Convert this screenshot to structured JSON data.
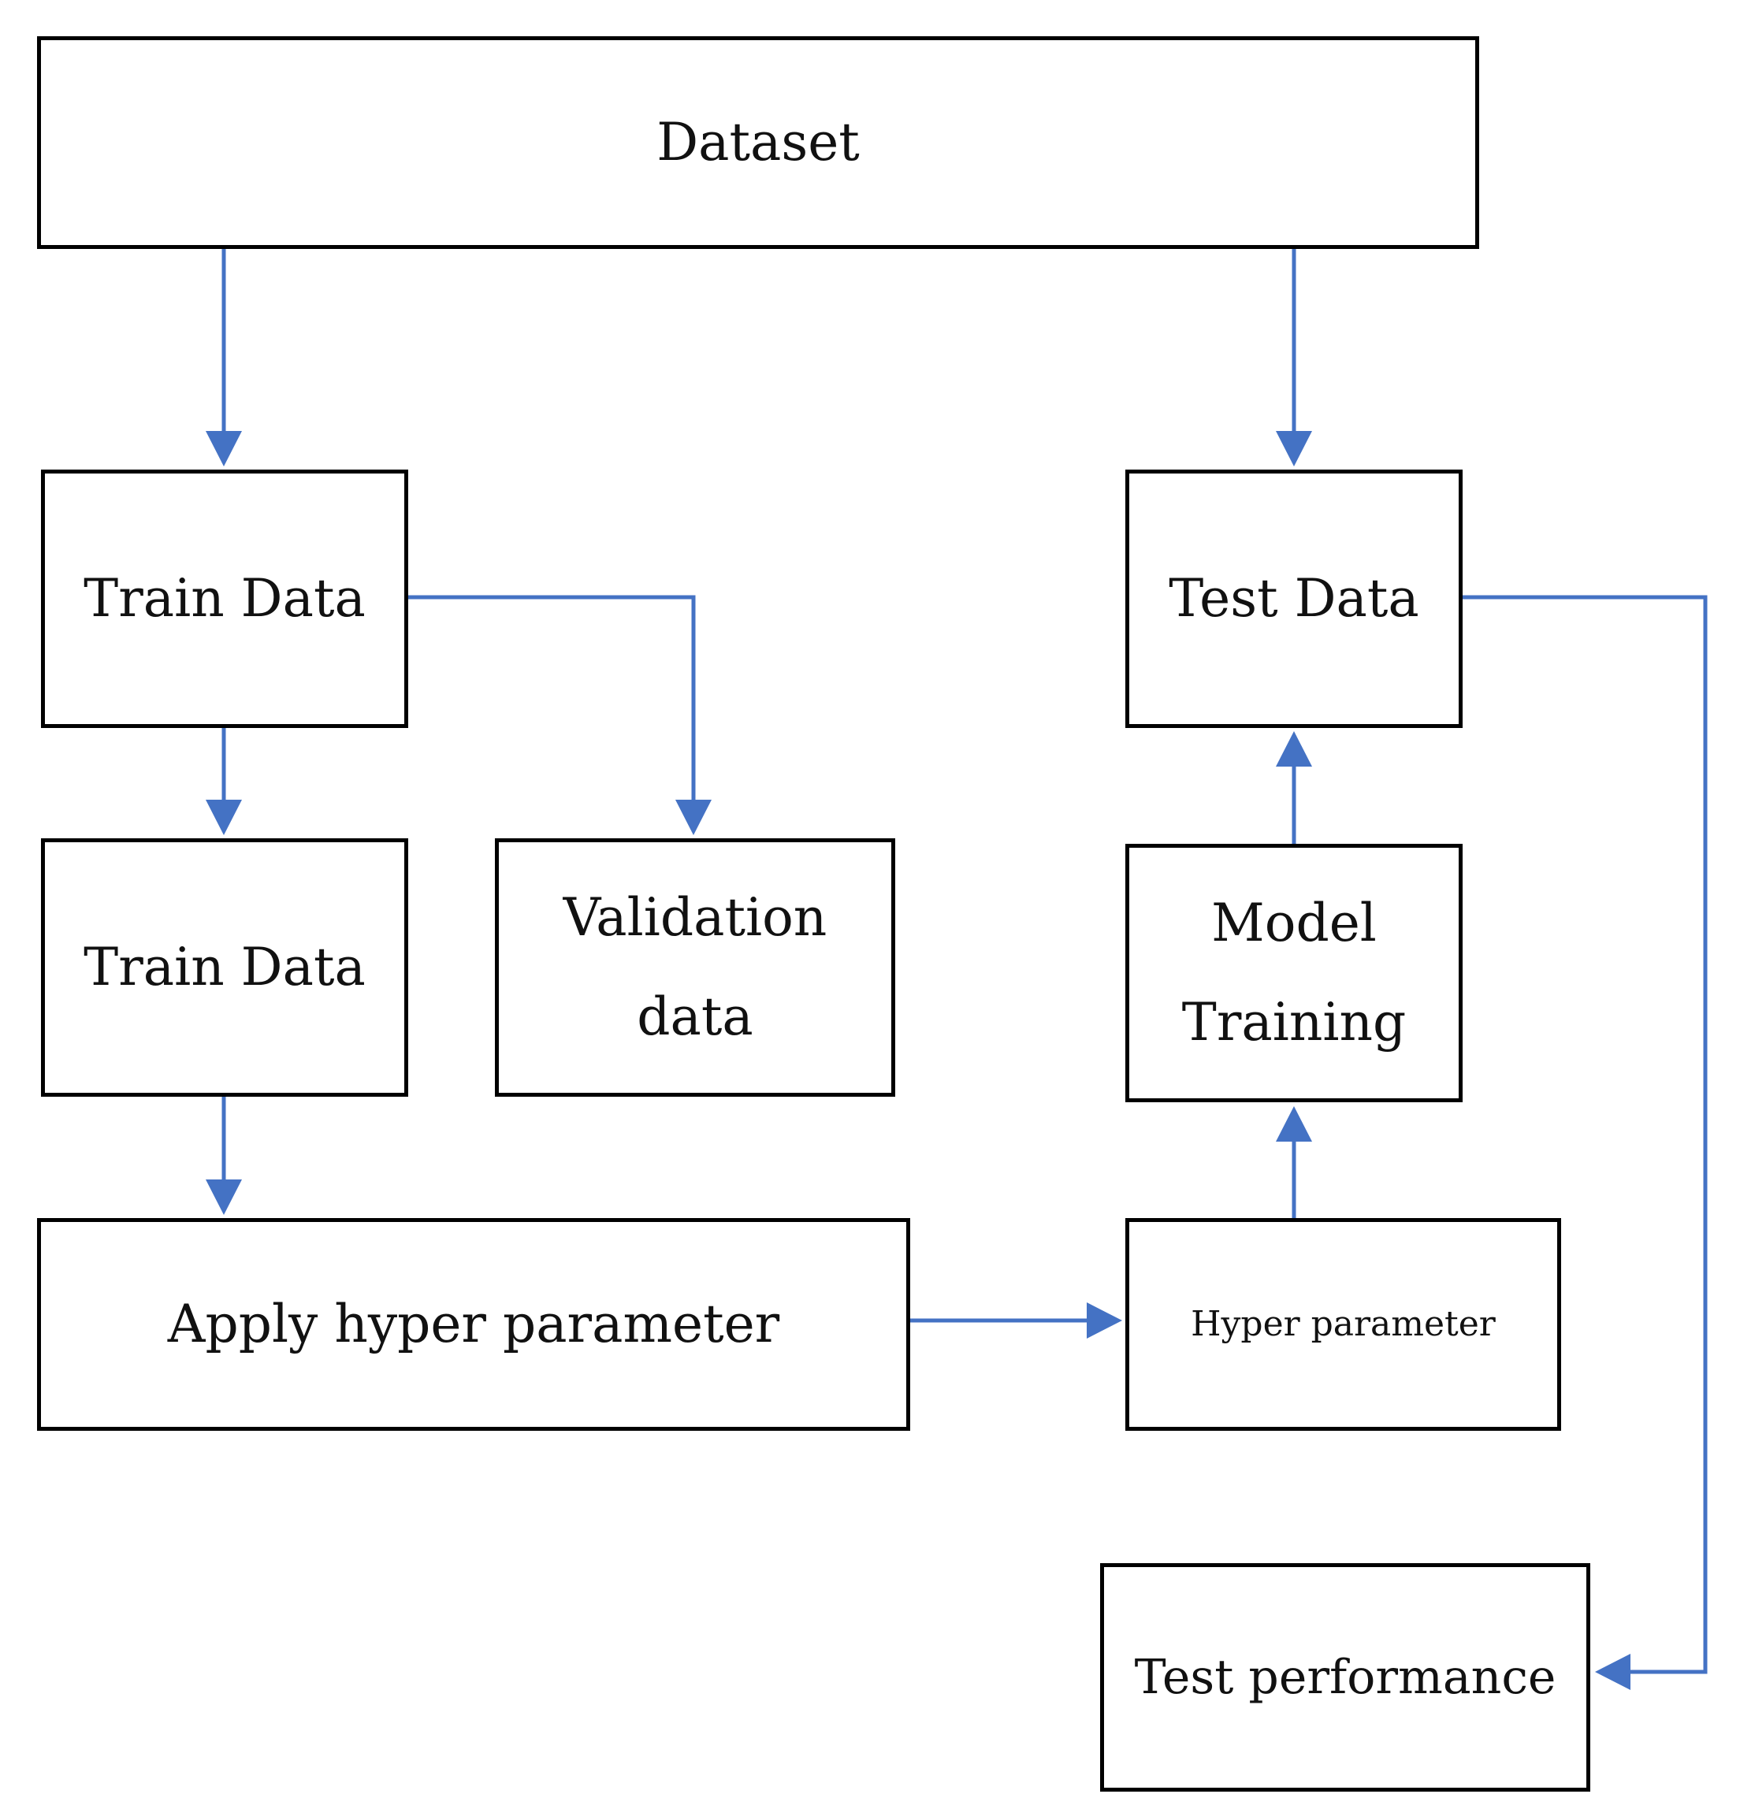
{
  "colors": {
    "arrow": "#4472C4",
    "border": "#000000",
    "text": "#111111"
  },
  "nodes": {
    "dataset": "Dataset",
    "train_data_top": "Train Data",
    "test_data": "Test Data",
    "train_data_bottom": "Train Data",
    "validation_data": [
      "Validation",
      "data"
    ],
    "model_training": [
      "Model",
      "Training"
    ],
    "apply_hyper_parameter": "Apply hyper parameter",
    "hyper_parameter": "Hyper parameter",
    "test_performance": "Test performance"
  }
}
